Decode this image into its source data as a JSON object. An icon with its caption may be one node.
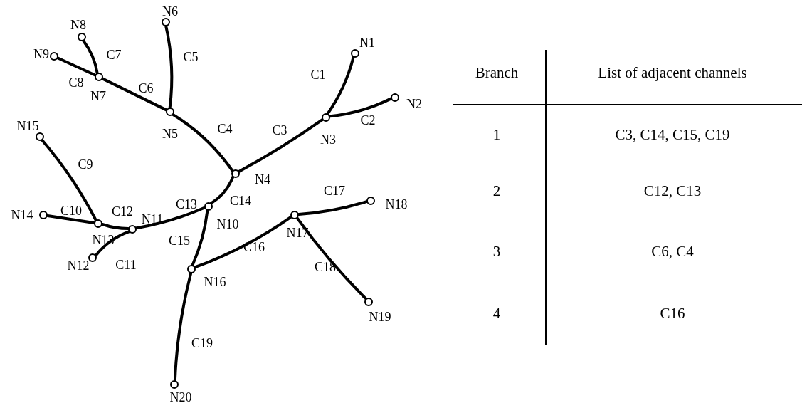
{
  "diagram": {
    "nodes": [
      {
        "text": [],
        "shape": "circle",
        "beside": [
          "N1"
        ]
      },
      {
        "text": [],
        "shape": "circle",
        "beside": [
          "N2"
        ]
      },
      {
        "text": [],
        "shape": "circle",
        "beside": [
          "N3"
        ]
      },
      {
        "text": [],
        "shape": "circle",
        "beside": [
          "N4"
        ]
      },
      {
        "text": [],
        "shape": "circle",
        "beside": [
          "N5"
        ]
      },
      {
        "text": [],
        "shape": "circle",
        "beside": [
          "N6"
        ]
      },
      {
        "text": [],
        "shape": "circle",
        "beside": [
          "N7"
        ]
      },
      {
        "text": [],
        "shape": "circle",
        "beside": [
          "N8"
        ]
      },
      {
        "text": [],
        "shape": "circle",
        "beside": [
          "N9"
        ]
      },
      {
        "text": [],
        "shape": "circle",
        "beside": [
          "N10"
        ]
      },
      {
        "text": [],
        "shape": "circle",
        "beside": [
          "N11"
        ]
      },
      {
        "text": [],
        "shape": "circle",
        "beside": [
          "N12"
        ]
      },
      {
        "text": [],
        "shape": "circle",
        "beside": [
          "N13"
        ]
      },
      {
        "text": [],
        "shape": "circle",
        "beside": [
          "N14"
        ]
      },
      {
        "text": [],
        "shape": "circle",
        "beside": [
          "N15"
        ]
      },
      {
        "text": [],
        "shape": "circle",
        "beside": [
          "N16"
        ]
      },
      {
        "text": [],
        "shape": "circle",
        "beside": [
          "N17"
        ]
      },
      {
        "text": [],
        "shape": "circle",
        "beside": [
          "N18"
        ]
      },
      {
        "text": [],
        "shape": "circle",
        "beside": [
          "N19"
        ]
      },
      {
        "text": [],
        "shape": "circle",
        "beside": [
          "N20"
        ]
      }
    ],
    "edges": [
      {
        "from": 2,
        "to": 0,
        "arrow": "none",
        "label": "C1"
      },
      {
        "from": 2,
        "to": 1,
        "arrow": "none",
        "label": "C2"
      },
      {
        "from": 3,
        "to": 2,
        "arrow": "none",
        "label": "C3"
      },
      {
        "from": 4,
        "to": 3,
        "arrow": "none",
        "label": "C4"
      },
      {
        "from": 5,
        "to": 4,
        "arrow": "none",
        "label": "C5"
      },
      {
        "from": 6,
        "to": 4,
        "arrow": "none",
        "label": "C6"
      },
      {
        "from": 7,
        "to": 6,
        "arrow": "none",
        "label": "C7"
      },
      {
        "from": 8,
        "to": 6,
        "arrow": "none",
        "label": "C8"
      },
      {
        "from": 14,
        "to": 12,
        "arrow": "none",
        "label": "C9"
      },
      {
        "from": 13,
        "to": 12,
        "arrow": "none",
        "label": "C10"
      },
      {
        "from": 11,
        "to": 10,
        "arrow": "none",
        "label": "C11"
      },
      {
        "from": 12,
        "to": 10,
        "arrow": "none",
        "label": "C12"
      },
      {
        "from": 10,
        "to": 9,
        "arrow": "none",
        "label": "C13"
      },
      {
        "from": 9,
        "to": 3,
        "arrow": "none",
        "label": "C14"
      },
      {
        "from": 9,
        "to": 15,
        "arrow": "none",
        "label": "C15"
      },
      {
        "from": 15,
        "to": 16,
        "arrow": "none",
        "label": "C16"
      },
      {
        "from": 16,
        "to": 17,
        "arrow": "none",
        "label": "C17"
      },
      {
        "from": 16,
        "to": 18,
        "arrow": "none",
        "label": "C18"
      },
      {
        "from": 15,
        "to": 19,
        "arrow": "none",
        "label": "C19"
      }
    ],
    "labels": [
      "Branch",
      "List of adjacent channels",
      "1",
      "C3, C14, C15, C19",
      "2",
      "C12, C13",
      "3",
      "C6, C4",
      "4",
      "C16"
    ]
  }
}
